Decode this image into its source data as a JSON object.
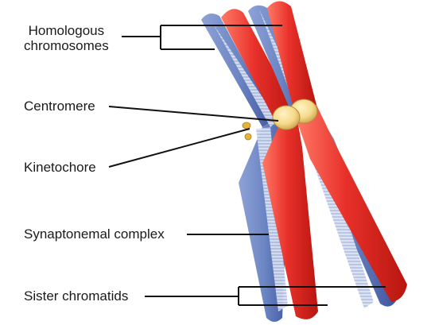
{
  "labels": {
    "homologous_line1": "Homologous",
    "homologous_line2": "chromosomes",
    "centromere": "Centromere",
    "kinetochore": "Kinetochore",
    "synaptonemal": "Synaptonemal complex",
    "sister": "Sister chromatids"
  },
  "colors": {
    "chromatid_red": "#e8302a",
    "chromatid_red_light": "#ff6f5c",
    "chromatid_red_dark": "#b7160f",
    "chromatid_blue": "#6d86c4",
    "chromatid_blue_dark": "#3e55a0",
    "synaptonemal_white": "#e9eef8",
    "centromere_yellow": "#f6d98a",
    "kinetochore_gold": "#e3b33a",
    "line": "#111111"
  }
}
